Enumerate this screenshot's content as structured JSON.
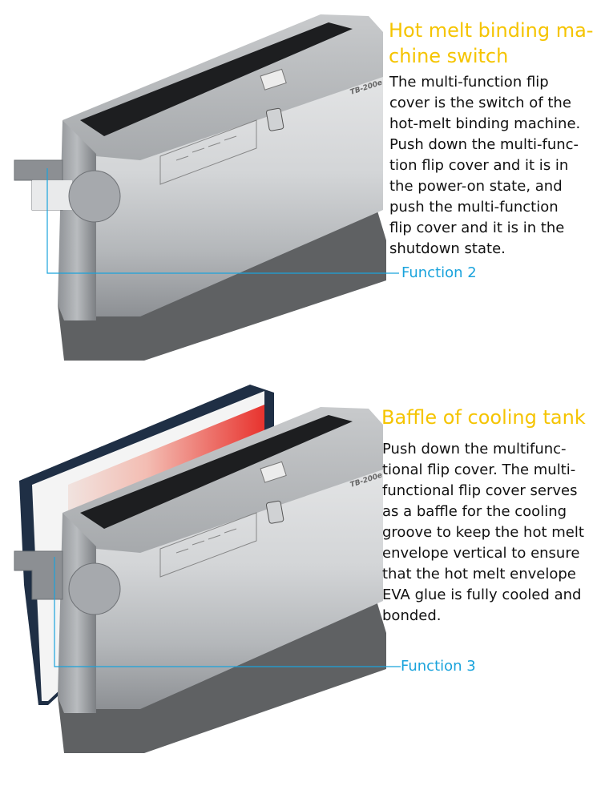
{
  "section1": {
    "heading": "Hot melt binding machine switch",
    "heading_line1": "Hot melt binding ma-",
    "heading_line2": "chine switch",
    "description_lines": [
      "The multi-function flip",
      "cover is the switch of the",
      "hot-melt binding machine.",
      "Push down the multi-func-",
      "tion flip cover and it is in",
      "the power-on state, and",
      "push the multi-function",
      "flip cover and it is in the",
      "shutdown state."
    ],
    "callout_label": "Function 2",
    "model_label": "TB-200e"
  },
  "section2": {
    "heading": "Baffle of cooling tank",
    "description_lines": [
      "Push down the multifunc-",
      "tional flip cover. The multi-",
      "functional flip cover serves",
      "as a baffle for the cooling",
      "groove to keep the hot melt",
      "envelope vertical to ensure",
      "that the hot melt envelope",
      "EVA glue is fully cooled and",
      "bonded."
    ],
    "callout_label": "Function 3",
    "model_label": "TB-200e"
  },
  "colors": {
    "heading": "#f5c400",
    "callout": "#1aa3dc",
    "body_text": "#111111",
    "machine_silver": "#c9cbcd",
    "machine_dark": "#5a5c5e",
    "book_red": "#e8332e"
  }
}
